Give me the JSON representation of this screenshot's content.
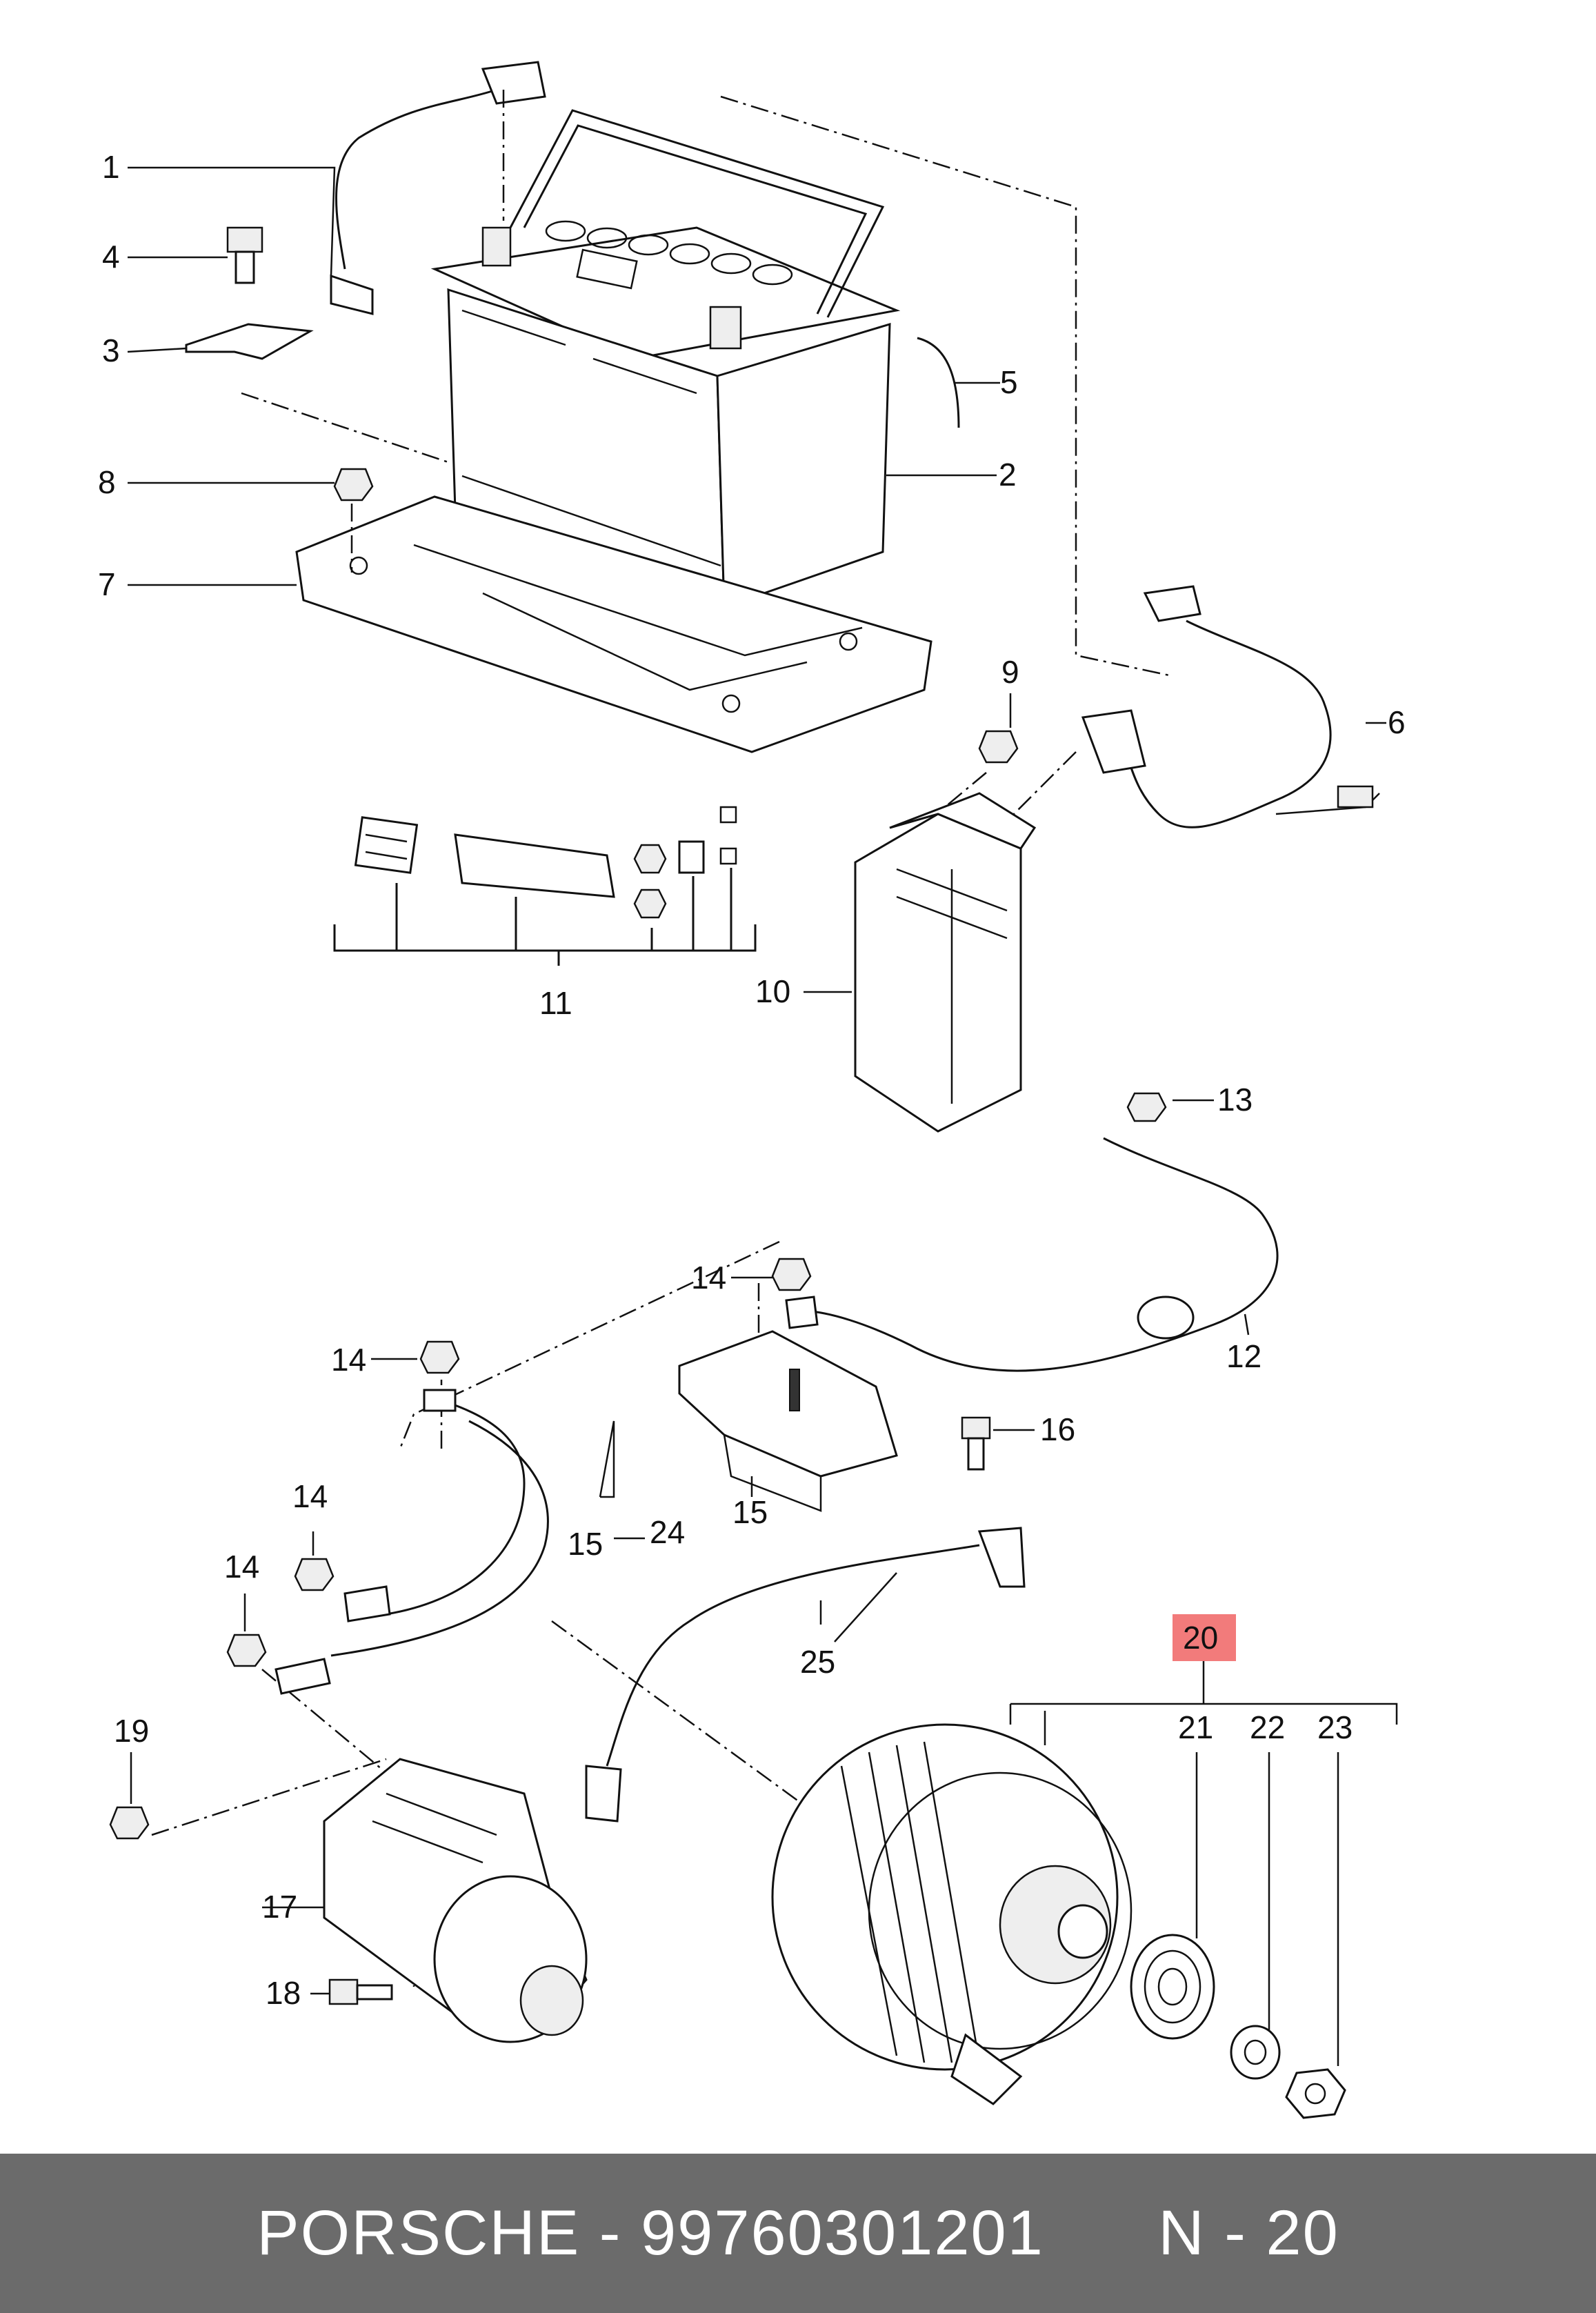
{
  "callouts": {
    "n1": "1",
    "n2": "2",
    "n3": "3",
    "n4": "4",
    "n5": "5",
    "n6": "6",
    "n7": "7",
    "n8": "8",
    "n9": "9",
    "n10": "10",
    "n11": "11",
    "n12": "12",
    "n13": "13",
    "n14a": "14",
    "n14b": "14",
    "n14c": "14",
    "n14d": "14",
    "n15a": "15",
    "n15b": "15",
    "n16": "16",
    "n17": "17",
    "n18": "18",
    "n19": "19",
    "n20": "20",
    "n21": "21",
    "n22": "22",
    "n23": "23",
    "n24": "24",
    "n25": "25"
  },
  "highlight": {
    "part": "20",
    "color": "#f27b7b"
  },
  "footer": {
    "brand": "PORSCHE",
    "separator": " - ",
    "part_number": "99760301201",
    "page_ref": "N - 20",
    "background": "#6b6b6b"
  }
}
